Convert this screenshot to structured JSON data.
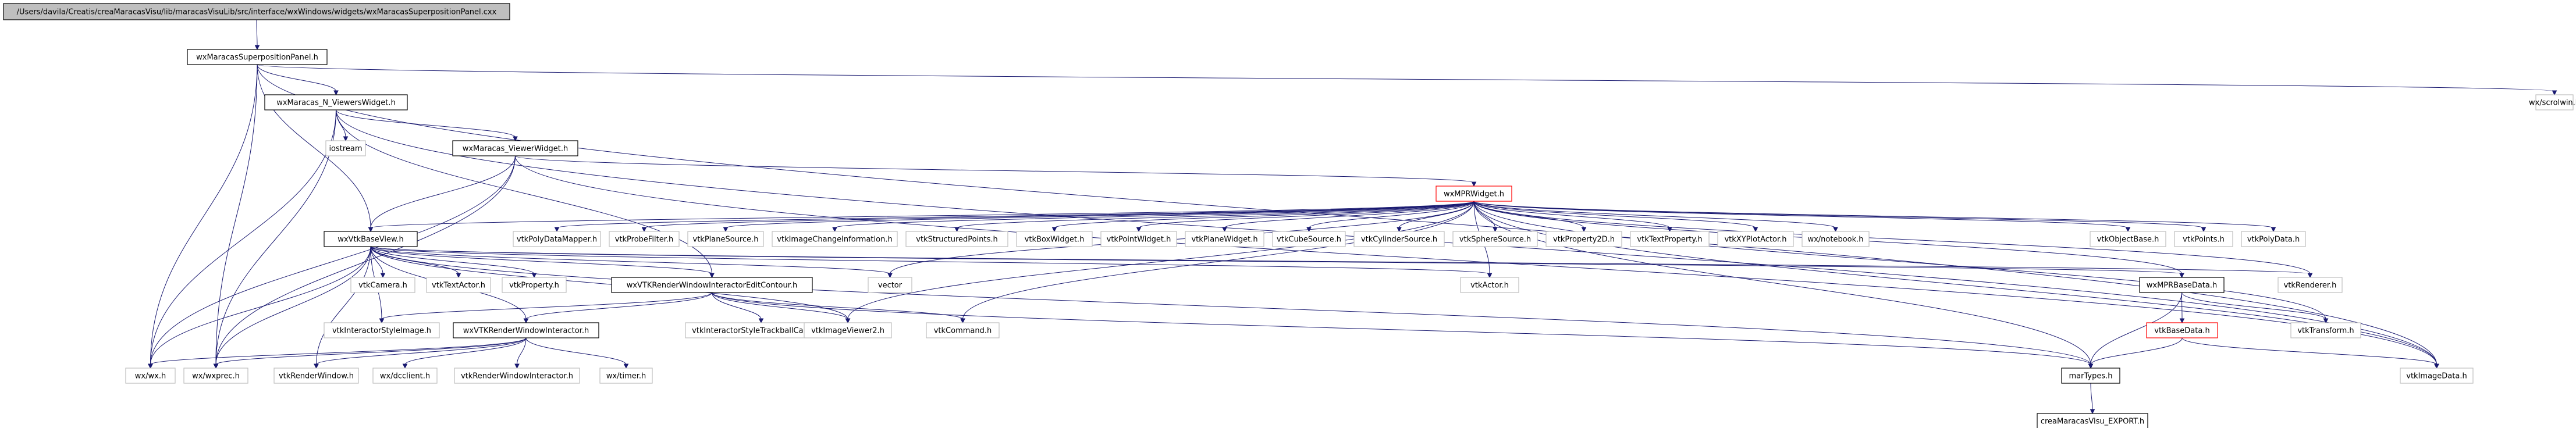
{
  "nodes": [
    {
      "id": "file",
      "label": "/Users/davila/Creatis/creaMaracasVisu/lib/maracasVisuLib/src/interface/wxWindows/widgets/wxMaracasSuperpositionPanel.cxx",
      "style": "file"
    },
    {
      "id": "sup",
      "label": "wxMaracasSuperpositionPanel.h",
      "style": "box"
    },
    {
      "id": "nview",
      "label": "wxMaracas_N_ViewersWidget.h",
      "style": "box"
    },
    {
      "id": "scrolwin",
      "label": "wx/scrolwin.h",
      "style": "leaf"
    },
    {
      "id": "iostream",
      "label": "iostream",
      "style": "leaf"
    },
    {
      "id": "viewer",
      "label": "wxMaracas_ViewerWidget.h",
      "style": "box"
    },
    {
      "id": "mpr",
      "label": "wxMPRWidget.h",
      "style": "red"
    },
    {
      "id": "basev",
      "label": "wxVtkBaseView.h",
      "style": "box"
    },
    {
      "id": "pdm",
      "label": "vtkPolyDataMapper.h",
      "style": "leaf"
    },
    {
      "id": "probe",
      "label": "vtkProbeFilter.h",
      "style": "leaf"
    },
    {
      "id": "plane",
      "label": "vtkPlaneSource.h",
      "style": "leaf"
    },
    {
      "id": "ici",
      "label": "vtkImageChangeInformation.h",
      "style": "leaf"
    },
    {
      "id": "sp",
      "label": "vtkStructuredPoints.h",
      "style": "leaf"
    },
    {
      "id": "box",
      "label": "vtkBoxWidget.h",
      "style": "leaf"
    },
    {
      "id": "pw",
      "label": "vtkPointWidget.h",
      "style": "leaf"
    },
    {
      "id": "plw",
      "label": "vtkPlaneWidget.h",
      "style": "leaf"
    },
    {
      "id": "cube",
      "label": "vtkCubeSource.h",
      "style": "leaf"
    },
    {
      "id": "cyl",
      "label": "vtkCylinderSource.h",
      "style": "leaf"
    },
    {
      "id": "sph",
      "label": "vtkSphereSource.h",
      "style": "leaf"
    },
    {
      "id": "p2d",
      "label": "vtkProperty2D.h",
      "style": "leaf"
    },
    {
      "id": "tp",
      "label": "vtkTextProperty.h",
      "style": "leaf"
    },
    {
      "id": "xy",
      "label": "vtkXYPlotActor.h",
      "style": "leaf"
    },
    {
      "id": "nb",
      "label": "wx/notebook.h",
      "style": "leaf"
    },
    {
      "id": "ob",
      "label": "vtkObjectBase.h",
      "style": "leaf"
    },
    {
      "id": "pts",
      "label": "vtkPoints.h",
      "style": "leaf"
    },
    {
      "id": "pd",
      "label": "vtkPolyData.h",
      "style": "leaf"
    },
    {
      "id": "cam",
      "label": "vtkCamera.h",
      "style": "leaf"
    },
    {
      "id": "ta",
      "label": "vtkTextActor.h",
      "style": "leaf"
    },
    {
      "id": "prop",
      "label": "vtkProperty.h",
      "style": "leaf"
    },
    {
      "id": "edit",
      "label": "wxVTKRenderWindowInteractorEditContour.h",
      "style": "box"
    },
    {
      "id": "vector",
      "label": "vector",
      "style": "leaf"
    },
    {
      "id": "actor",
      "label": "vtkActor.h",
      "style": "leaf"
    },
    {
      "id": "mprbd",
      "label": "wxMPRBaseData.h",
      "style": "box"
    },
    {
      "id": "ren",
      "label": "vtkRenderer.h",
      "style": "leaf"
    },
    {
      "id": "isi",
      "label": "vtkInteractorStyleImage.h",
      "style": "leaf"
    },
    {
      "id": "istb",
      "label": "vtkInteractorStyleTrackballCamera.h",
      "style": "leaf"
    },
    {
      "id": "iv2",
      "label": "vtkImageViewer2.h",
      "style": "leaf"
    },
    {
      "id": "cmd",
      "label": "vtkCommand.h",
      "style": "leaf"
    },
    {
      "id": "vbd",
      "label": "vtkBaseData.h",
      "style": "red"
    },
    {
      "id": "trans",
      "label": "vtkTransform.h",
      "style": "leaf"
    },
    {
      "id": "rwi",
      "label": "wxVTKRenderWindowInteractor.h",
      "style": "box"
    },
    {
      "id": "wx",
      "label": "wx/wx.h",
      "style": "leaf"
    },
    {
      "id": "wxprec",
      "label": "wx/wxprec.h",
      "style": "leaf"
    },
    {
      "id": "rw",
      "label": "vtkRenderWindow.h",
      "style": "leaf"
    },
    {
      "id": "dc",
      "label": "wx/dcclient.h",
      "style": "leaf"
    },
    {
      "id": "rwih",
      "label": "vtkRenderWindowInteractor.h",
      "style": "leaf"
    },
    {
      "id": "timer",
      "label": "wx/timer.h",
      "style": "leaf"
    },
    {
      "id": "mt",
      "label": "marTypes.h",
      "style": "box"
    },
    {
      "id": "idata",
      "label": "vtkImageData.h",
      "style": "leaf"
    },
    {
      "id": "export",
      "label": "creaMaracasVisu_EXPORT.h",
      "style": "box"
    }
  ],
  "edges": [
    [
      "file",
      "sup"
    ],
    [
      "sup",
      "nview"
    ],
    [
      "sup",
      "scrolwin"
    ],
    [
      "sup",
      "basev"
    ],
    [
      "sup",
      "wx"
    ],
    [
      "sup",
      "wxprec"
    ],
    [
      "sup",
      "idata"
    ],
    [
      "nview",
      "iostream"
    ],
    [
      "nview",
      "viewer"
    ],
    [
      "nview",
      "wx"
    ],
    [
      "nview",
      "wxprec"
    ],
    [
      "nview",
      "edit"
    ],
    [
      "nview",
      "idata"
    ],
    [
      "viewer",
      "mpr"
    ],
    [
      "viewer",
      "basev"
    ],
    [
      "viewer",
      "wx"
    ],
    [
      "viewer",
      "wxprec"
    ],
    [
      "viewer",
      "idata"
    ],
    [
      "mpr",
      "basev"
    ],
    [
      "mpr",
      "pdm"
    ],
    [
      "mpr",
      "probe"
    ],
    [
      "mpr",
      "plane"
    ],
    [
      "mpr",
      "ici"
    ],
    [
      "mpr",
      "sp"
    ],
    [
      "mpr",
      "box"
    ],
    [
      "mpr",
      "pw"
    ],
    [
      "mpr",
      "plw"
    ],
    [
      "mpr",
      "cube"
    ],
    [
      "mpr",
      "cyl"
    ],
    [
      "mpr",
      "sph"
    ],
    [
      "mpr",
      "p2d"
    ],
    [
      "mpr",
      "tp"
    ],
    [
      "mpr",
      "xy"
    ],
    [
      "mpr",
      "nb"
    ],
    [
      "mpr",
      "ob"
    ],
    [
      "mpr",
      "pts"
    ],
    [
      "mpr",
      "pd"
    ],
    [
      "mpr",
      "mprbd"
    ],
    [
      "mpr",
      "ren"
    ],
    [
      "mpr",
      "trans"
    ],
    [
      "mpr",
      "actor"
    ],
    [
      "mpr",
      "vector"
    ],
    [
      "mpr",
      "cmd"
    ],
    [
      "mpr",
      "iv2"
    ],
    [
      "mpr",
      "mt"
    ],
    [
      "mpr",
      "idata"
    ],
    [
      "basev",
      "cam"
    ],
    [
      "basev",
      "ta"
    ],
    [
      "basev",
      "prop"
    ],
    [
      "basev",
      "edit"
    ],
    [
      "basev",
      "vector"
    ],
    [
      "basev",
      "actor"
    ],
    [
      "basev",
      "mprbd"
    ],
    [
      "basev",
      "ren"
    ],
    [
      "basev",
      "isi"
    ],
    [
      "basev",
      "rwi"
    ],
    [
      "basev",
      "wx"
    ],
    [
      "basev",
      "wxprec"
    ],
    [
      "basev",
      "rw"
    ],
    [
      "basev",
      "iv2"
    ],
    [
      "basev",
      "mt"
    ],
    [
      "edit",
      "isi"
    ],
    [
      "edit",
      "istb"
    ],
    [
      "edit",
      "iv2"
    ],
    [
      "edit",
      "cmd"
    ],
    [
      "edit",
      "rwi"
    ],
    [
      "edit",
      "mt"
    ],
    [
      "mprbd",
      "vbd"
    ],
    [
      "mprbd",
      "mt"
    ],
    [
      "mprbd",
      "trans"
    ],
    [
      "vbd",
      "mt"
    ],
    [
      "vbd",
      "idata"
    ],
    [
      "rwi",
      "wx"
    ],
    [
      "rwi",
      "wxprec"
    ],
    [
      "rwi",
      "rw"
    ],
    [
      "rwi",
      "dc"
    ],
    [
      "rwi",
      "rwih"
    ],
    [
      "rwi",
      "timer"
    ],
    [
      "mt",
      "export"
    ]
  ]
}
